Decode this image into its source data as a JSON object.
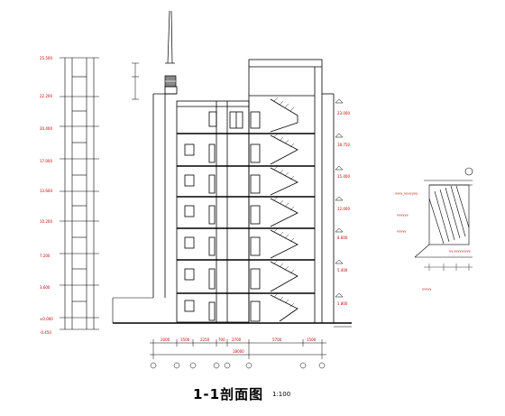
{
  "drawing": {
    "title": "1-1剖面图",
    "scale": "1:100"
  },
  "left_elevations": [
    "25.500",
    "22.200",
    "20.400",
    "17.000",
    "13.600",
    "10.200",
    "7.200",
    "3.600",
    "±0.000",
    "-0.450"
  ],
  "right_elevations": [
    "23.000",
    "18.750",
    "15.400",
    "12.000",
    "8.600",
    "5.400",
    "1.800"
  ],
  "bottom_dimensions": [
    "2000",
    "1500",
    "2250",
    "700",
    "2700",
    "5700",
    "1500"
  ],
  "overall_dimension": "18000",
  "detail_labels": {
    "top": "YYYY_YY.YY(YY)",
    "mid": "YYYY.YY",
    "low": "YYYYY",
    "note": "YY,YYYYYYYYY",
    "caption": "YYYYY"
  },
  "colors": {
    "line": "#000000",
    "annotation": "#c00000"
  }
}
